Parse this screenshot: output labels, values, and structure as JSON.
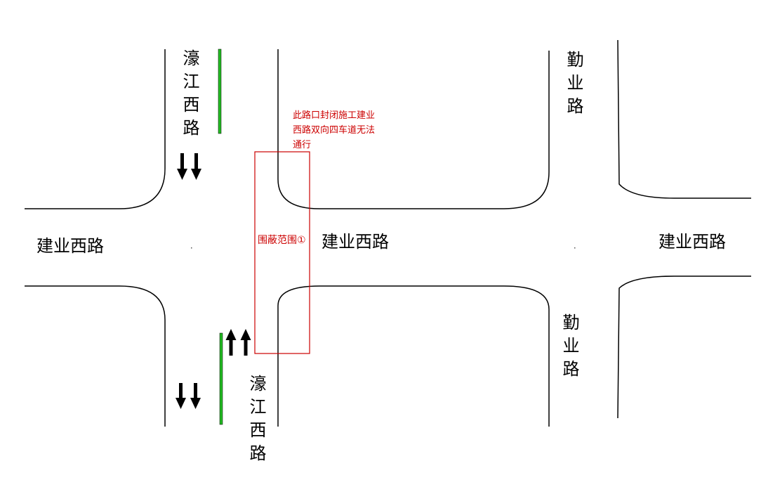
{
  "roads": {
    "west_label": "建业西路",
    "center_label": "建业西路",
    "east_label": "建业西路",
    "left_north_label": "濠江西路",
    "left_south_label": "濠江西路",
    "right_north_label": "勤业路",
    "right_south_label": "勤业路"
  },
  "closure": {
    "notice": "此路口封闭施工建业西路双向四车道无法通行",
    "zone_label": "围蔽范围①"
  },
  "colors": {
    "road_line": "#000000",
    "closure": "#cc0000",
    "lane_bar": "#22bb22"
  },
  "icons": [
    "arrow-down-icon",
    "arrow-up-icon"
  ]
}
